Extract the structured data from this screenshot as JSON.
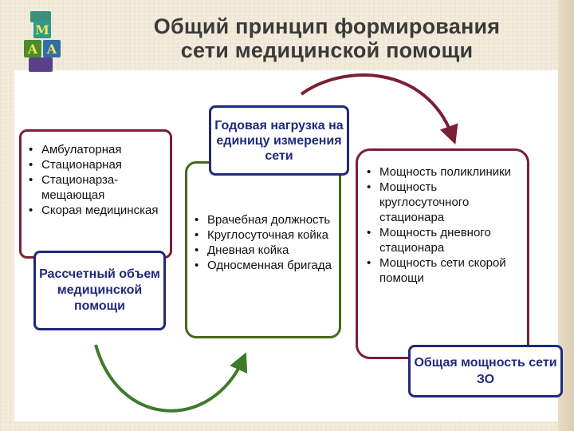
{
  "title": {
    "line1": "Общий принцип формирования",
    "line2": "сети медицинской помощи"
  },
  "decor": {
    "blocks": [
      {
        "letter": "M",
        "color": "#2f9a8a"
      },
      {
        "letter": "A",
        "color": "#4c8a2a"
      },
      {
        "letter": "A",
        "color": "#2f6fa6"
      }
    ],
    "icon": "alphabet-blocks-icon"
  },
  "left_box": {
    "items": [
      "Амбулаторная",
      "Стационарная",
      "Стационарза-мещающая",
      "Скорая медицинская"
    ],
    "badge": "Рассчетный объем медицинской помощи"
  },
  "middle_box": {
    "badge": "Годовая нагрузка на единицу измерения сети",
    "items": [
      "Врачебная должность",
      "Круглосуточная койка",
      "Дневная койка",
      "Односменная бригада"
    ]
  },
  "right_box": {
    "items": [
      "Мощность поликлиники",
      "Мощность круглосуточного стационара",
      "Мощность дневного стационара",
      "Мощность сети скорой помощи"
    ],
    "badge": "Общая мощность сети ЗО"
  },
  "colors": {
    "frame_maroon": "#7a1f35",
    "frame_green": "#466a18",
    "badge_blue": "#1f2a7a",
    "arrow_green": "#3e7a2c",
    "arrow_maroon": "#7a1f35"
  }
}
